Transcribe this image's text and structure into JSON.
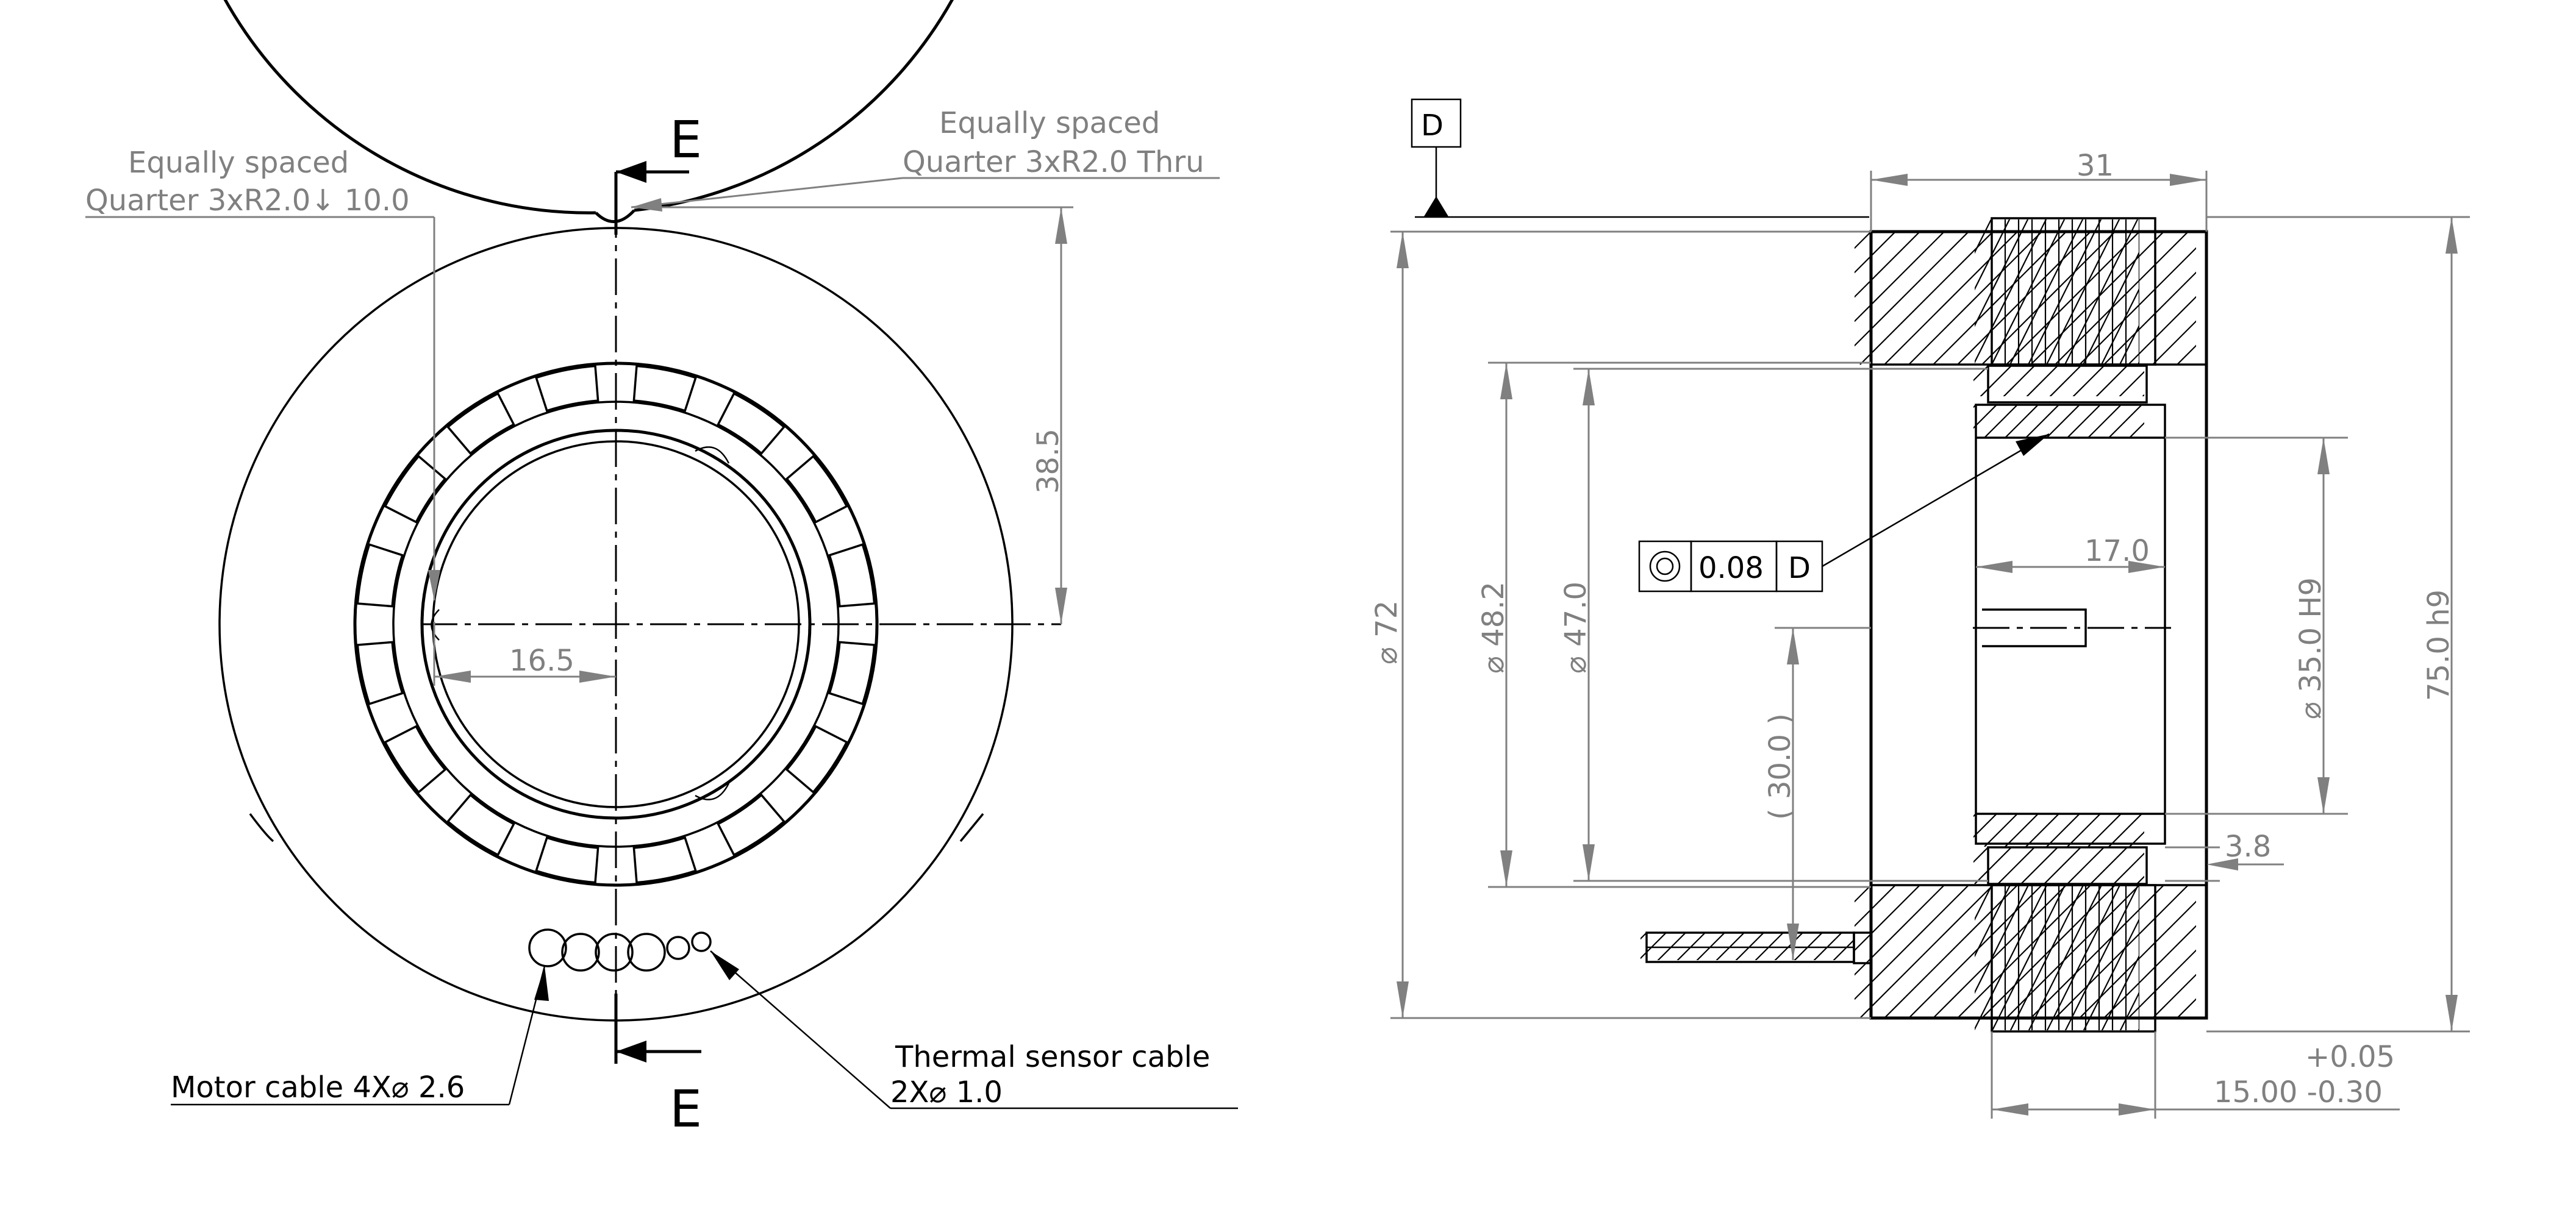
{
  "front_view": {
    "section_mark_top": "E",
    "section_mark_bottom": "E",
    "note_left_line1": "Equally spaced",
    "note_left_line2": "Quarter 3xR2.0↓ 10.0",
    "note_right_line1": "Equally spaced",
    "note_right_line2": "Quarter 3xR2.0 Thru",
    "dim_vertical": "38.5",
    "dim_horizontal": "16.5",
    "motor_cable": "Motor cable 4X⌀ 2.6",
    "thermal_line1": "Thermal sensor cable",
    "thermal_line2": "2X⌀ 1.0"
  },
  "side_view": {
    "datum_label": "D",
    "dim_top": "31",
    "dim_outer": "⌀ 72",
    "dim_482": "⌀ 48.2",
    "dim_470": "⌀ 47.0",
    "dim_300": "( 30.0 )",
    "dim_170": "17.0",
    "dim_350": "⌀ 35.0 H9",
    "dim_750": "75.0 h9",
    "dim_38": "3.8",
    "tol_value": "0.08",
    "tol_datum": "D",
    "tol_plus": "+0.05",
    "tol_base": "15.00 -0.30"
  }
}
